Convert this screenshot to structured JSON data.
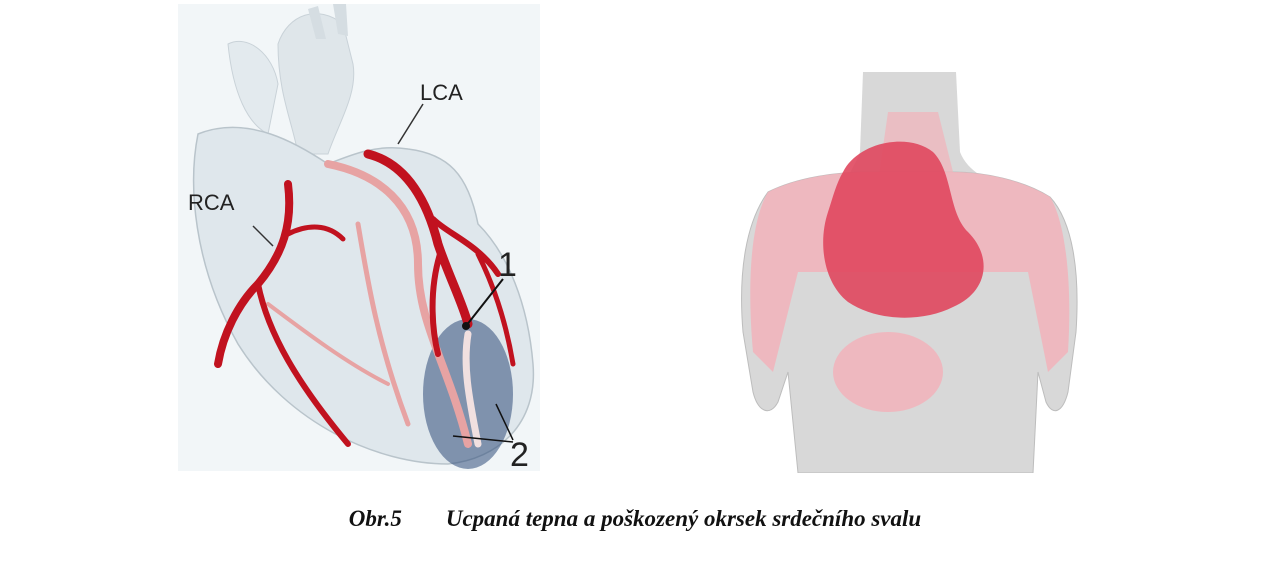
{
  "heart_figure": {
    "labels": {
      "lca": "LCA",
      "rca": "RCA",
      "point1": "1",
      "point2": "2"
    },
    "colors": {
      "background": "#f2f6f8",
      "heart": "#dfe7ec",
      "artery": "#c1121f",
      "artery_faded": "#e7a3a3",
      "damage": "#2f4d7a"
    }
  },
  "body_figure": {
    "colors": {
      "skin": "#d8d8d8",
      "pain_strong": "#e0475e",
      "pain_light": "#f2b3bb"
    }
  },
  "caption": {
    "number": "Obr.5",
    "text": "Ucpaná tepna a poškozený okrsek srdečního svalu"
  }
}
